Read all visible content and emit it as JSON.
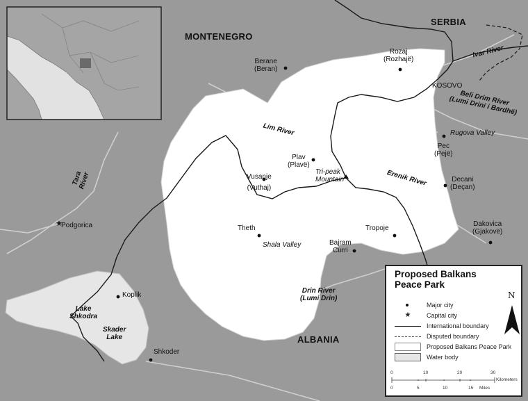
{
  "map": {
    "countries": {
      "montenegro": "MONTENEGRO",
      "serbia": "SERBIA",
      "kosovo": "KOSOVO",
      "albania": "ALBANIA"
    },
    "cities": {
      "berane": [
        "Berane",
        "(Beran)"
      ],
      "rozaj": [
        "Rozaj",
        "(Rozhajë)"
      ],
      "pec": [
        "Pec",
        "(Pejë)"
      ],
      "decani": [
        "Decani",
        "(Deçan)"
      ],
      "dakovica": [
        "Dakovica",
        "(Gjakovë)"
      ],
      "plav": [
        "Plav",
        "(Plavë)"
      ],
      "vusanje": [
        "Vusanje",
        "(Vuthaj)"
      ],
      "theth": "Theth",
      "tropoje": "Tropoje",
      "bajram": [
        "Bajram",
        "Curri"
      ],
      "podgorica": "Podgorica",
      "koplik": "Koplik",
      "shkoder": "Shkoder"
    },
    "features": {
      "rugova": "Rugova Valley",
      "shala": "Shala Valley",
      "tripeak": [
        "Tri-peak",
        "Mountain"
      ]
    },
    "rivers": {
      "ivar": "Ivar River",
      "beli_drim": [
        "Beli Drim River",
        "(Lumi Drini i Bardhë)"
      ],
      "lim": "Lim River",
      "erenik": "Erenik River",
      "tara": [
        "Tara",
        "River"
      ],
      "drin": [
        "Drin River",
        "(Lumi Drin)"
      ]
    },
    "water": {
      "lake_shkodra": [
        "Lake",
        "Shkodra"
      ],
      "skader": [
        "Skader",
        "Lake"
      ]
    }
  },
  "legend": {
    "title": [
      "Proposed Balkans",
      "Peace Park"
    ],
    "items": {
      "major_city": "Major city",
      "capital_city": "Capital city",
      "intl_boundary": "International boundary",
      "disputed_boundary": "Disputed boundary",
      "peace_park": "Proposed Balkans Peace Park",
      "water_body": "Water body"
    },
    "north": "N",
    "scale": {
      "km_ticks": [
        "0",
        "10",
        "20",
        "30"
      ],
      "km_unit": "Kilometers",
      "mi_ticks": [
        "0",
        "5",
        "10",
        "15"
      ],
      "mi_unit": "Miles"
    }
  },
  "colors": {
    "land": "#9a9a9a",
    "water": "#e6e6e6",
    "park": "#ffffff",
    "boundary": "#1a1a1a",
    "river_line": "#cfcfcf",
    "inset_land": "#a5a5a5",
    "inset_sea": "#e2e2e2"
  }
}
